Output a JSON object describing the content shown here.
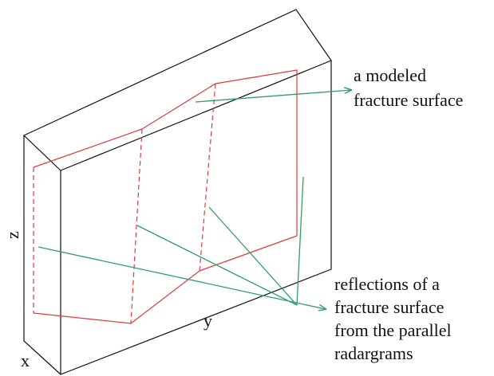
{
  "labels": {
    "callout_top": [
      "a modeled",
      "fracture surface"
    ],
    "callout_bottom": [
      "reflections of a",
      "fracture surface",
      "from the parallel",
      "radargrams"
    ],
    "axis_x": "x",
    "axis_y": "y",
    "axis_z": "z"
  },
  "colors": {
    "box": "#111111",
    "fracture": "#e03a3a",
    "arrow": "#2f9e6a",
    "text": "#111111"
  }
}
